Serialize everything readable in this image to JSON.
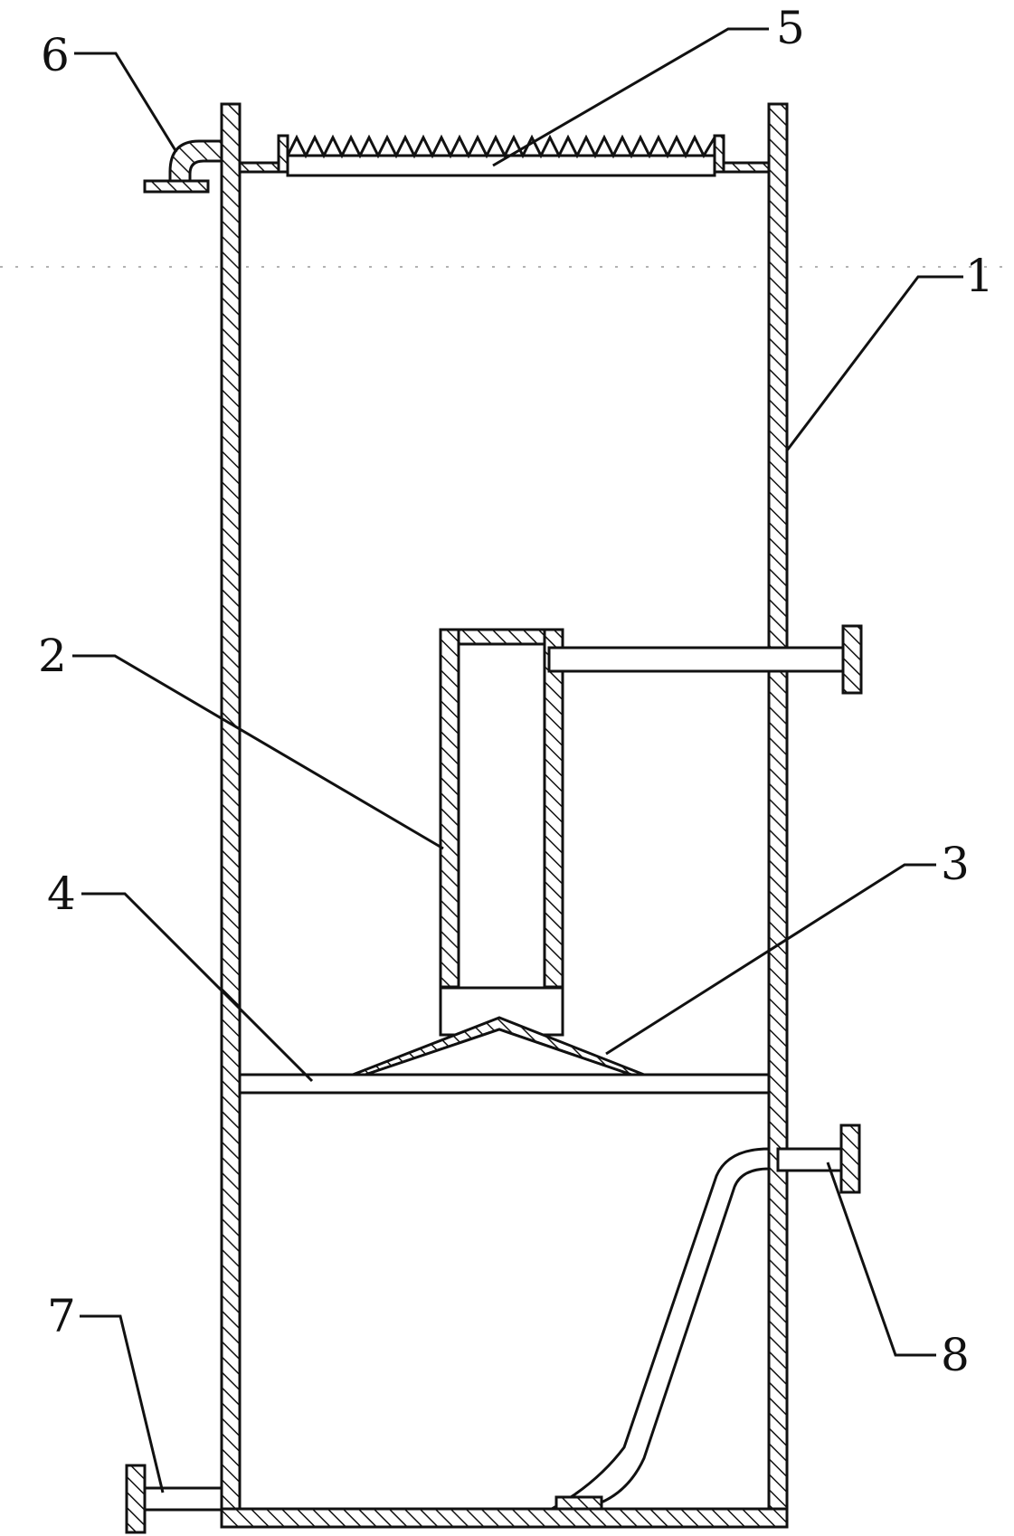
{
  "diagram": {
    "labels": {
      "label_1": "1",
      "label_2": "2",
      "label_3": "3",
      "label_4": "4",
      "label_5": "5",
      "label_6": "6",
      "label_7": "7",
      "label_8": "8"
    }
  }
}
